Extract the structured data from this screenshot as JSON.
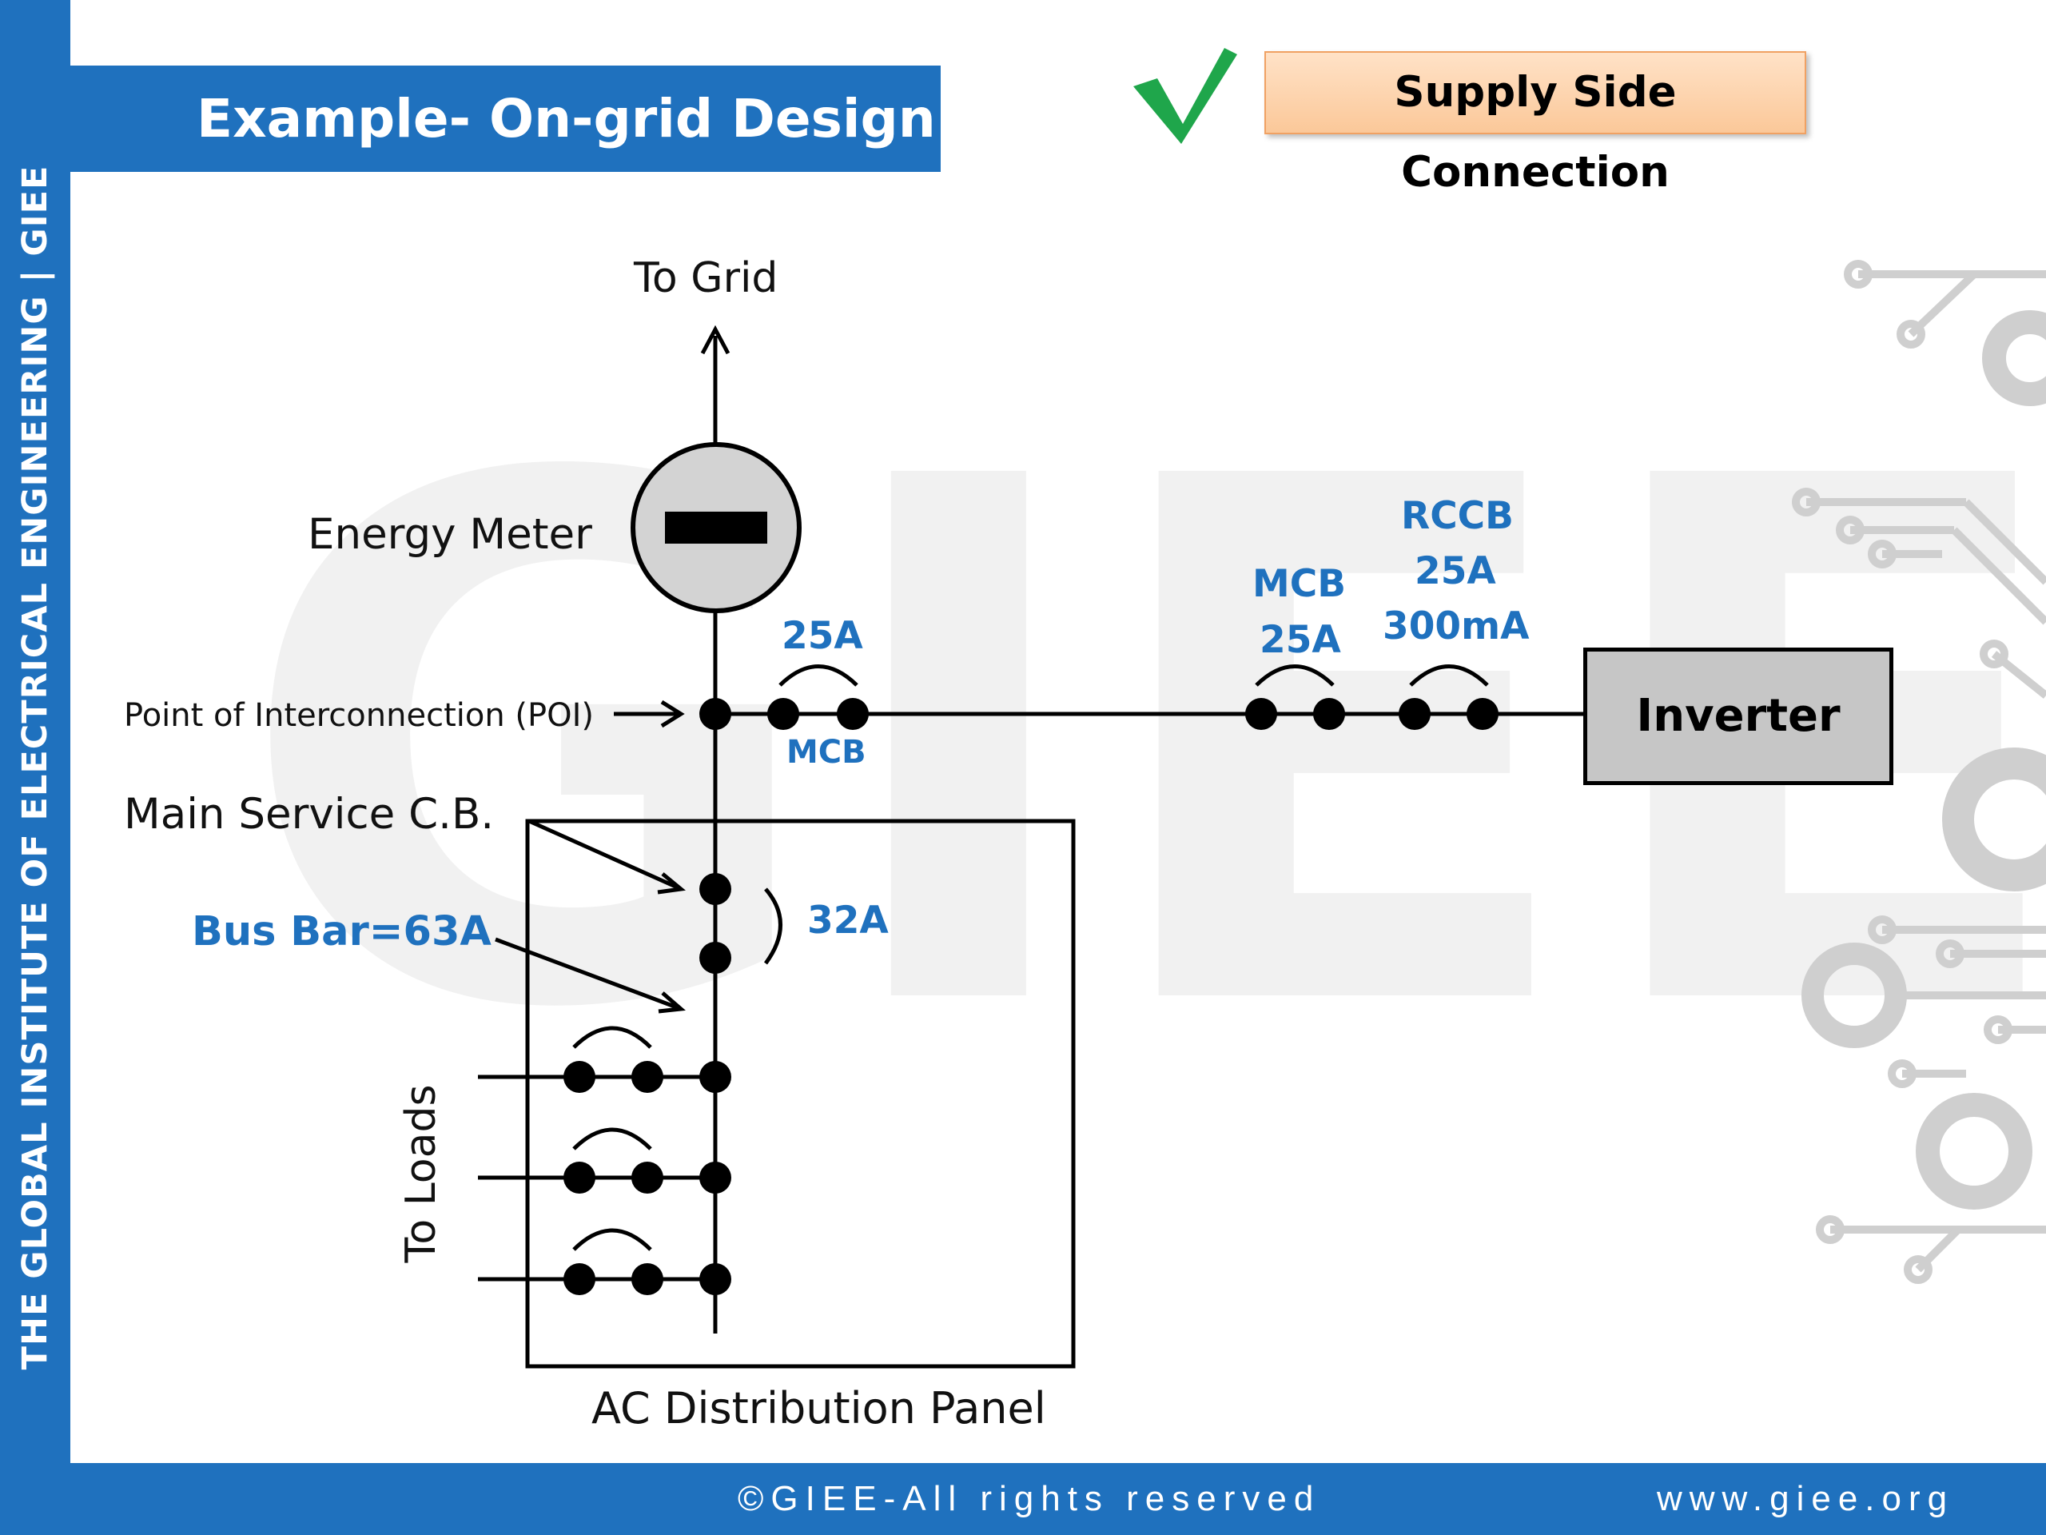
{
  "sidebar": {
    "text": "THE GLOBAL INSTITUTE OF ELECTRICAL ENGINEERING | GIEE"
  },
  "header": {
    "title": "Example- On-grid Design",
    "badge": "Supply Side Connection"
  },
  "watermark": {
    "text": "GIEE"
  },
  "diagram": {
    "to_grid": "To Grid",
    "energy_meter": "Energy Meter",
    "poi": "Point of Interconnection (POI)",
    "main_service_cb": "Main Service C.B.",
    "bus_bar": "Bus Bar=63A",
    "to_loads": "To Loads",
    "ac_panel": "AC Distribution Panel",
    "poi_breaker_rating": "25A",
    "poi_breaker_type": "MCB",
    "main_breaker_rating": "32A",
    "mcb_label": "MCB",
    "mcb_rating": "25A",
    "rccb_label": "RCCB",
    "rccb_rating": "25A",
    "rccb_sensitivity": "300mA",
    "inverter": "Inverter"
  },
  "footer": {
    "copyright": "©GIEE-All rights reserved",
    "website": "www.giee.org"
  },
  "colors": {
    "brand_blue": "#1f71be",
    "check_green": "#1fa64b",
    "badge_fill": "#fbc899",
    "watermark_gray": "#f0f0f0",
    "inverter_fill": "#c6c6c6"
  },
  "icons": {
    "check": "check-icon"
  }
}
